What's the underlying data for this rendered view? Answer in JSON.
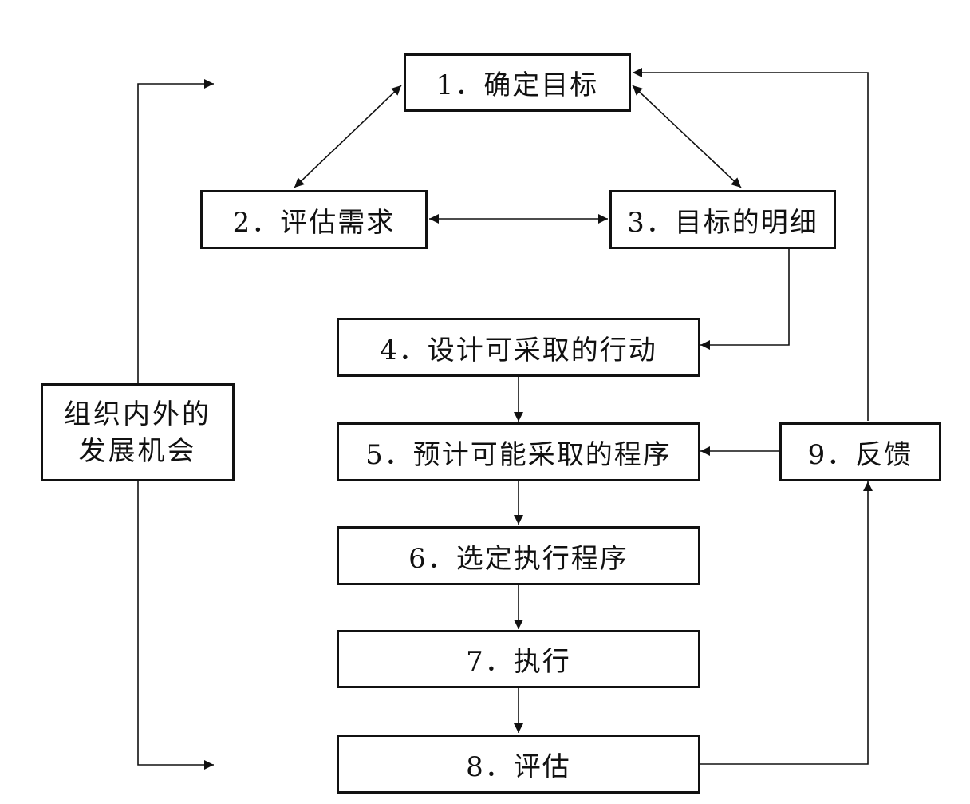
{
  "nodes": {
    "n1": "1．确定目标",
    "n2": "2．评估需求",
    "n3": "3．目标的明细",
    "n4": "4．设计可采取的行动",
    "n5": "5．预计可能采取的程序",
    "n6": "6．选定执行程序",
    "n7": "7．执行",
    "n8": "8．评估",
    "n9": "9．反馈",
    "opportunity_line1": "组织内外的",
    "opportunity_line2": "发展机会"
  }
}
